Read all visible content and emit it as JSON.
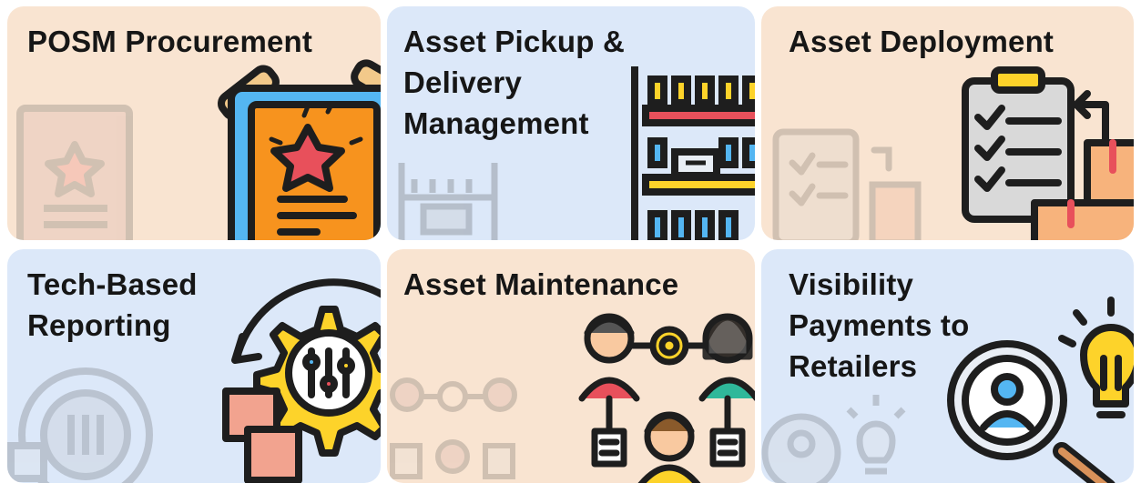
{
  "cards": [
    {
      "title_lines": [
        "POSM Procurement"
      ],
      "theme": "peach",
      "icon": "star-poster-icon"
    },
    {
      "title_lines": [
        "Asset Pickup &",
        "Delivery",
        "Management"
      ],
      "theme": "blue",
      "icon": "warehouse-shelf-icon"
    },
    {
      "title_lines": [
        "Asset Deployment"
      ],
      "theme": "peach",
      "icon": "clipboard-boxes-icon"
    },
    {
      "title_lines": [
        "Tech-Based",
        "Reporting"
      ],
      "theme": "blue",
      "icon": "gear-sliders-icon"
    },
    {
      "title_lines": [
        "Asset Maintenance"
      ],
      "theme": "peach",
      "icon": "team-network-icon"
    },
    {
      "title_lines": [
        "Visibility",
        "Payments to",
        "Retailers"
      ],
      "theme": "blue",
      "icon": "magnifier-bulb-icon"
    }
  ],
  "colors": {
    "peach": "#f9e4d1",
    "blue": "#dce8f9",
    "outline": "#1e1e1e",
    "yellow": "#fdd32a",
    "orange": "#f7931e",
    "red": "#e8505b",
    "sky": "#54b6f2",
    "box": "#f2a38f"
  }
}
